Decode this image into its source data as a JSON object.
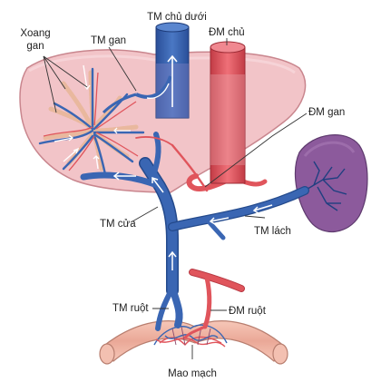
{
  "labels": {
    "ivc": "TM chủ dưới",
    "aorta": "ĐM chủ",
    "sinusoid_line1": "Xoang",
    "sinusoid_line2": "gan",
    "hepatic_vein": "TM gan",
    "hepatic_artery": "ĐM gan",
    "portal_vein": "TM cửa",
    "splenic_vein": "TM lách",
    "intestinal_vein": "TM ruột",
    "intestinal_artery": "ĐM ruột",
    "capillaries": "Mao mạch"
  },
  "colors": {
    "liver_fill": "#f2c4c8",
    "liver_stroke": "#c9868e",
    "vein_blue": "#3a66b3",
    "vein_dark": "#244a8c",
    "artery_red": "#e0555c",
    "artery_dark": "#b83a44",
    "spleen": "#8c5a9c",
    "intestine": "#f0b6a6",
    "sinusoid_tan": "#e9b89e"
  }
}
